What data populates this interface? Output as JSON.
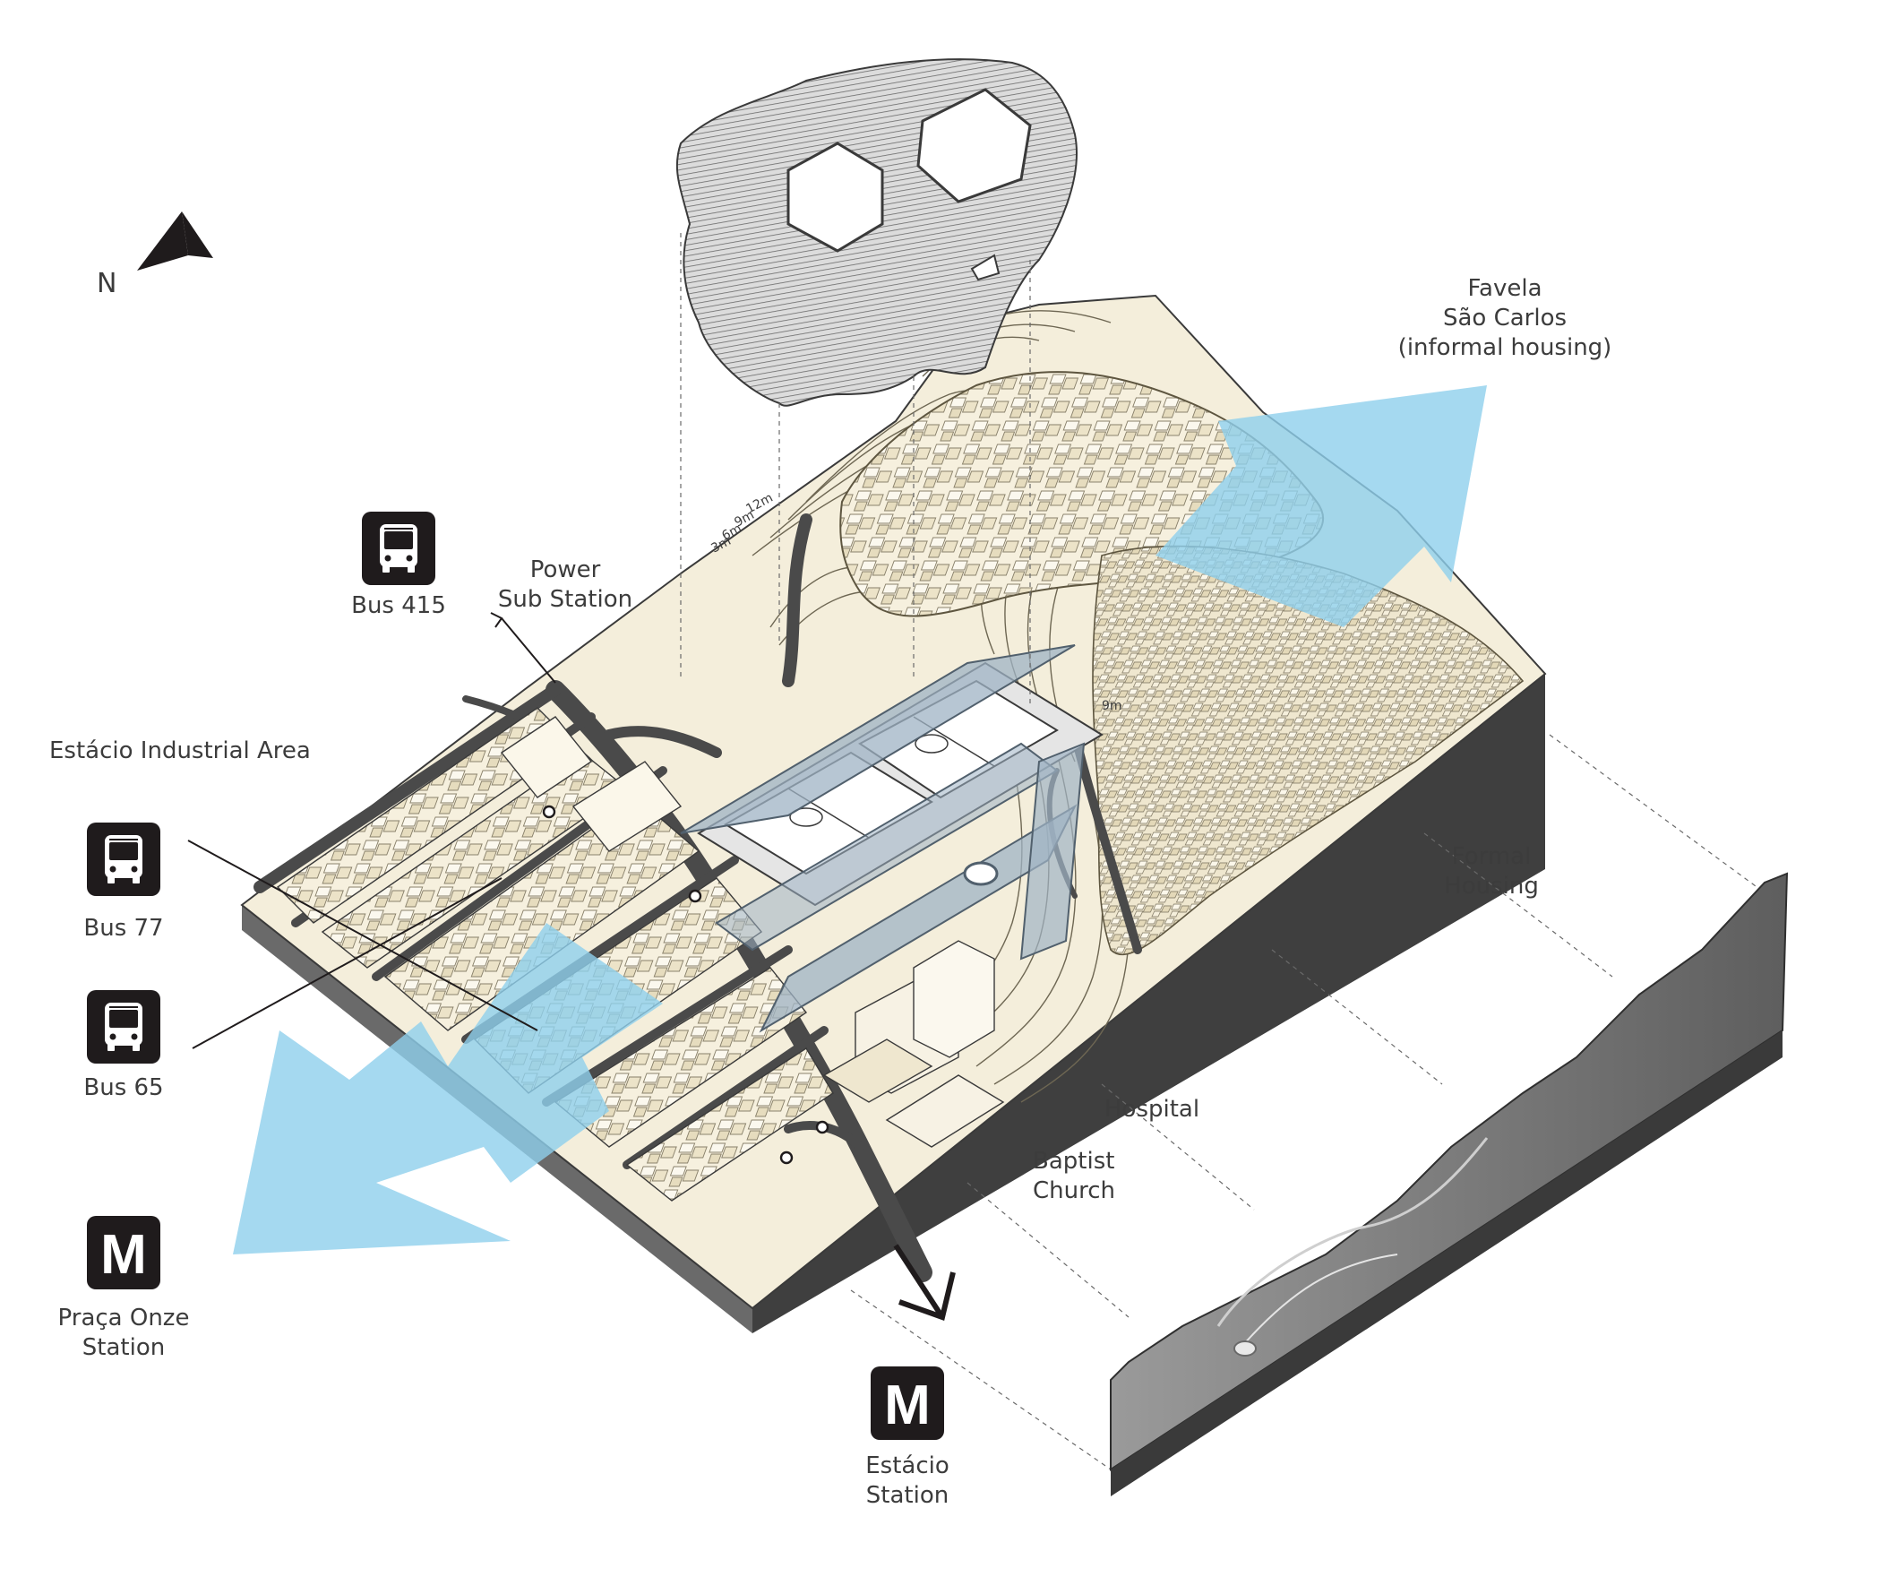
{
  "compass": {
    "label": "N",
    "icon": "north-arrow-icon"
  },
  "labels": {
    "favela": [
      "Favela",
      "São Carlos",
      "(informal housing)"
    ],
    "power_sub_station": [
      "Power",
      "Sub Station"
    ],
    "bus_415": "Bus 415",
    "industrial_area": "Estácio Industrial Area",
    "bus_77": "Bus 77",
    "bus_65": "Bus 65",
    "praca_onze": [
      "Praça Onze",
      "Station"
    ],
    "estacio_station": [
      "Estácio",
      "Station"
    ],
    "formal_housing": [
      "Formal",
      "Housing"
    ],
    "hospital": "Hospital",
    "baptist_church": [
      "Baptist",
      "Church"
    ]
  },
  "contour_labels": [
    "12m",
    "9m",
    "6m",
    "3m",
    "9m"
  ],
  "icons": {
    "bus_glyph": "bus-icon",
    "metro_glyph": "M"
  },
  "colors": {
    "flow_arrow": "#8fcfec",
    "terrain": "#f3ecd6",
    "building": "#f7f2e4",
    "road": "#4a4a4a",
    "edge": "#3d3d3d",
    "structure": "#9fb3c4",
    "icon_bg": "#1f1b1c"
  }
}
